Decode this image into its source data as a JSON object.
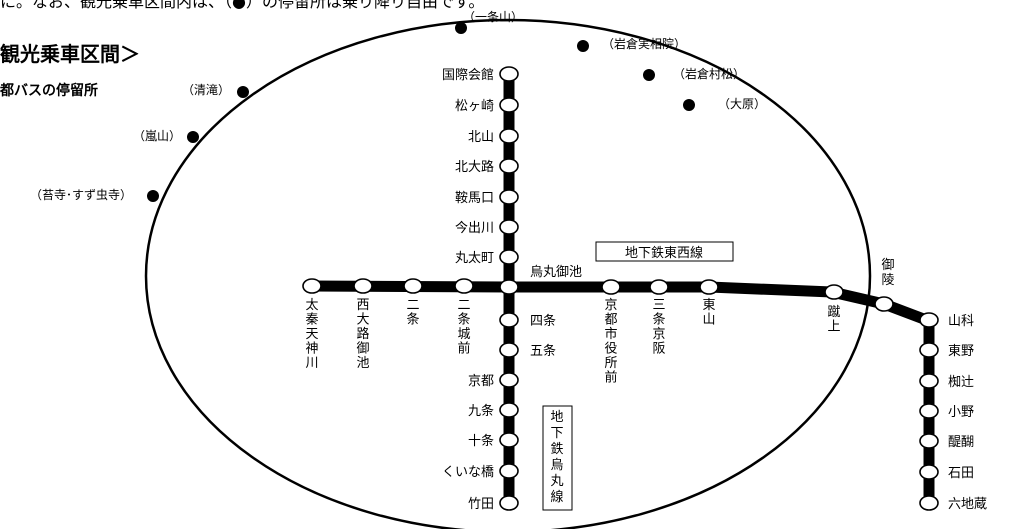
{
  "header": {
    "top_text": "に。なお、観光乗車区間内は、（●）の停留所は乗り降り自由です。",
    "title": "観光乗車区間＞",
    "subtitle": "都バスの停留所"
  },
  "boundary_stops": [
    "（一条山）",
    "（岩倉実相院）",
    "（岩倉村松）",
    "（大原）",
    "（清滝）",
    "（嵐山）",
    "（苔寺･すず虫寺）"
  ],
  "karasuma_line": {
    "label": "地下鉄烏丸線",
    "stations_north": [
      "国際会館",
      "松ヶ崎",
      "北山",
      "北大路",
      "鞍馬口",
      "今出川",
      "丸太町"
    ],
    "stations_south": [
      "四条",
      "五条",
      "京都",
      "九条",
      "十条",
      "くいな橋",
      "竹田"
    ]
  },
  "tozai_line": {
    "label": "地下鉄東西線",
    "transfer": "烏丸御池",
    "stations_west": [
      "太秦天神川",
      "西大路御池",
      "二条",
      "二条城前"
    ],
    "stations_east": [
      "京都市役所前",
      "三条京阪",
      "東山",
      "蹴上",
      "御陵"
    ],
    "stations_branch": [
      "山科",
      "東野",
      "椥辻",
      "小野",
      "醍醐",
      "石田",
      "六地蔵"
    ]
  },
  "colors": {
    "line": "#000000",
    "station_fill": "#ffffff",
    "stop_fill": "#000000",
    "background": "#ffffff"
  }
}
